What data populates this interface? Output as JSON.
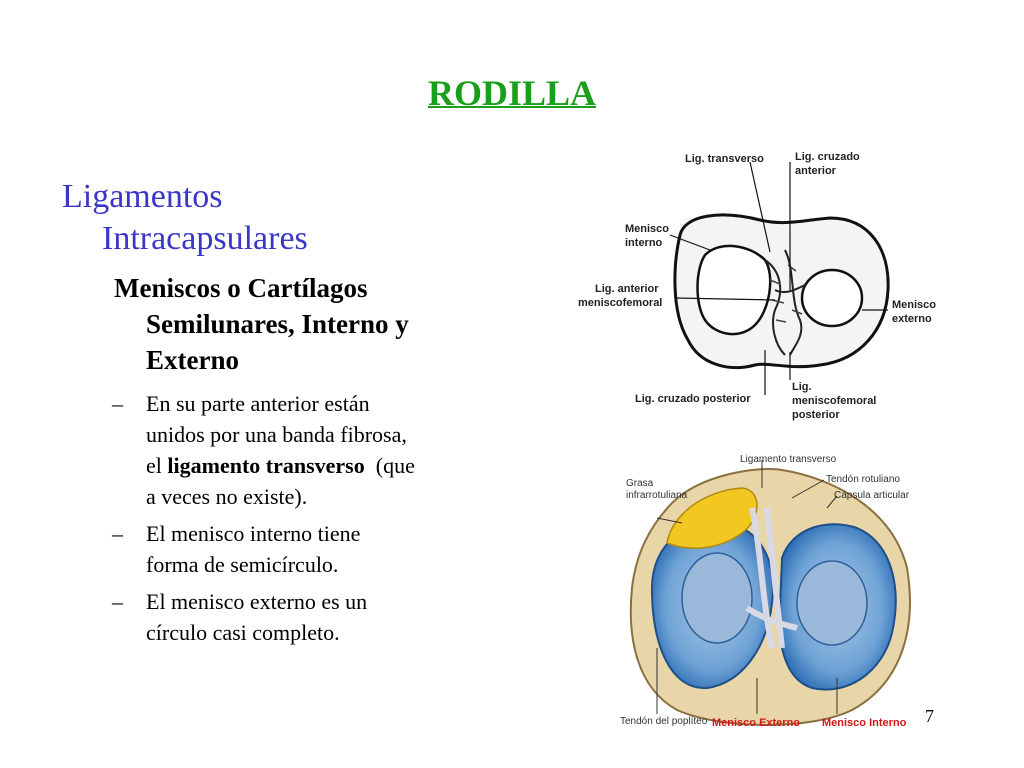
{
  "title": "RODILLA",
  "heading": {
    "line1": "Ligamentos",
    "line2": "Intracapsulares"
  },
  "subheading": {
    "line1": "Meniscos o Cartílagos",
    "line2": "Semilunares, Interno y",
    "line3": "Externo"
  },
  "bullets": [
    {
      "dash": "–",
      "lines": [
        "En su parte anterior están",
        "unidos por una banda fibrosa,"
      ],
      "line3_pre": "el ",
      "line3_bold": "ligamento transverso",
      "line3_post": "  (que",
      "line4": "a veces no existe)."
    },
    {
      "dash": "–",
      "lines": [
        "El menisco interno tiene",
        "forma de semicírculo."
      ]
    },
    {
      "dash": "–",
      "lines": [
        "El menisco externo es un",
        "círculo casi completo."
      ]
    }
  ],
  "figure_top": {
    "labels": {
      "lig_transverso": "Lig. transverso",
      "lig_cruzado_anterior_1": "Lig. cruzado",
      "lig_cruzado_anterior_2": "anterior",
      "menisco_interno_1": "Menisco",
      "menisco_interno_2": "interno",
      "lig_anterior_1": "Lig. anterior",
      "lig_anterior_2": "meniscofemoral",
      "menisco_externo_1": "Menisco",
      "menisco_externo_2": "externo",
      "lig_cruzado_posterior": "Lig. cruzado posterior",
      "lig_menisco_post_1": "Lig.",
      "lig_menisco_post_2": "meniscofemoral",
      "lig_menisco_post_3": "posterior"
    }
  },
  "figure_bottom": {
    "labels": {
      "ligamento_transverso": "Ligamento transverso",
      "tendon_rotuliano": "Tendón rotuliano",
      "capsula_articular": "Cápsula articular",
      "grasa_1": "Grasa",
      "grasa_2": "infrarrotuliana",
      "tendon_popliteo": "Tendón del poplíteo",
      "menisco_externo": "Menisco Externo",
      "menisco_interno": "Menisco Interno"
    },
    "colors": {
      "meniscus": "#4a8fd0",
      "fat": "#f2c820",
      "plateau": "#8fb3d9"
    }
  },
  "page_number": "7"
}
